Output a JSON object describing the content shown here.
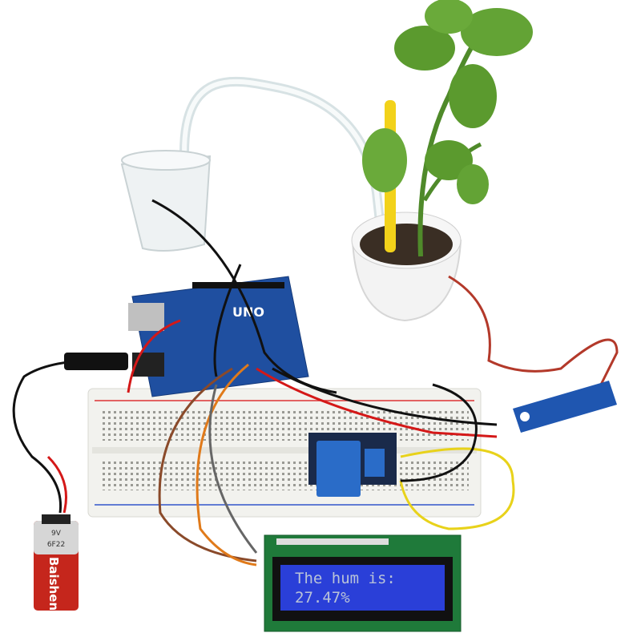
{
  "lcd": {
    "line1": "The hum is:",
    "line2": "27.47%"
  },
  "arduino": {
    "label": "UNO"
  },
  "battery": {
    "voltage": "9V",
    "model": "6F22",
    "brand": "Baishen"
  },
  "colors": {
    "breadboard": "#f2f2ee",
    "arduino_board": "#1f4fa0",
    "lcd_screen": "#2a3fd8",
    "lcd_pcb": "#1f7a3a",
    "relay": "#2a6cc8",
    "battery_red": "#c5261c",
    "plant": "#5b9a2e",
    "pot": "#f4f4f4",
    "tube": "#dfe8ea"
  }
}
